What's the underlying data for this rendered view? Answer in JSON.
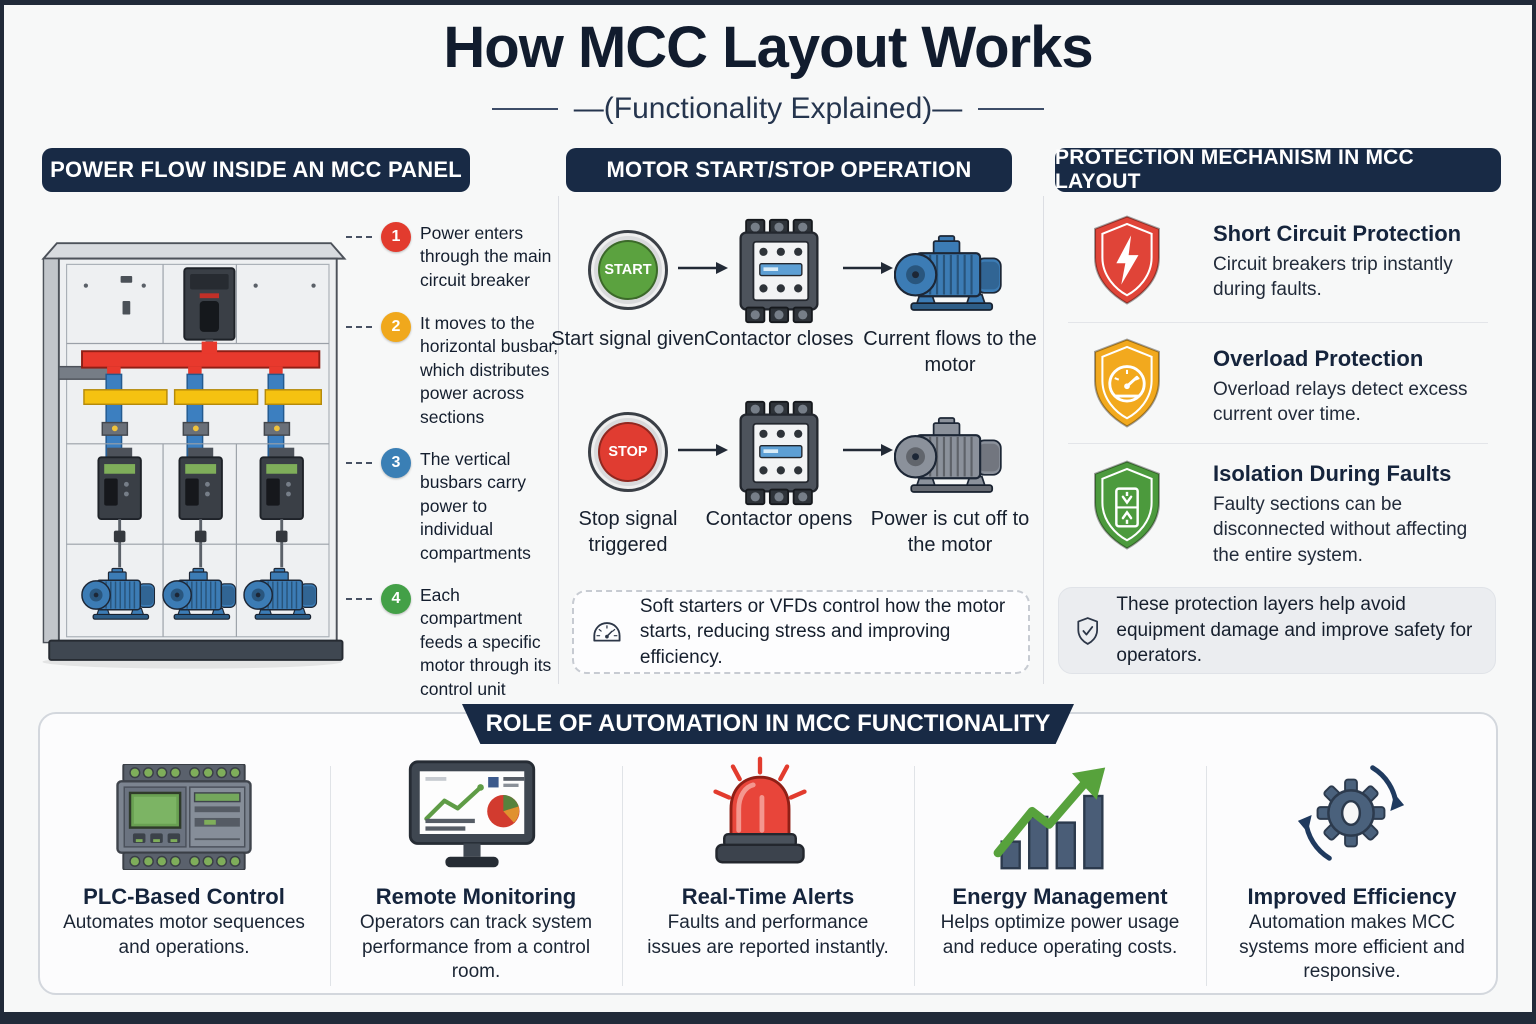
{
  "title": "How MCC Layout Works",
  "subtitle": "—(Functionality Explained)—",
  "colors": {
    "navy": "#182a45",
    "step_red": "#e23b2e",
    "step_yellow": "#f0a81c",
    "step_blue": "#3a7fb5",
    "step_green": "#43a047",
    "start_green": "#5ba23f",
    "stop_red": "#e03c31",
    "busbar_red": "#e8392d",
    "busbar_yellow": "#f5c211",
    "busbar_blue": "#3c7fc0",
    "shield_red": "#e04438",
    "shield_yellow": "#f2a91e",
    "shield_green": "#4c9a3d",
    "motor_blue": "#3c7cb5",
    "motor_gray": "#8b919b"
  },
  "sections": {
    "power_flow": {
      "header": "POWER FLOW INSIDE AN MCC PANEL",
      "steps": [
        {
          "num": "1",
          "text": "Power enters through the main circuit breaker"
        },
        {
          "num": "2",
          "text": "It moves to the horizontal busbar, which distributes power across sections"
        },
        {
          "num": "3",
          "text": "The vertical busbars carry power to individual compartments"
        },
        {
          "num": "4",
          "text": "Each compartment feeds a specific motor through its control unit"
        }
      ]
    },
    "motor_operation": {
      "header": "MOTOR START/STOP OPERATION",
      "start_button": "START",
      "stop_button": "STOP",
      "row1_labels": [
        "Start signal given",
        "Contactor closes",
        "Current flows to the motor"
      ],
      "row2_labels": [
        "Stop signal triggered",
        "Contactor opens",
        "Power is cut off to the motor"
      ],
      "note": "Soft starters or VFDs control how the motor starts, reducing stress and improving efficiency."
    },
    "protection": {
      "header": "PROTECTION MECHANISM IN MCC LAYOUT",
      "items": [
        {
          "icon": "shield-bolt",
          "title": "Short Circuit Protection",
          "desc": "Circuit breakers trip instantly during faults."
        },
        {
          "icon": "shield-gauge",
          "title": "Overload Protection",
          "desc": "Overload relays detect excess current over time."
        },
        {
          "icon": "shield-isolator",
          "title": "Isolation During Faults",
          "desc": "Faulty sections can be disconnected without affecting the entire system."
        }
      ],
      "note": "These protection layers help avoid equipment damage and improve safety for operators."
    },
    "automation": {
      "header": "ROLE OF AUTOMATION IN MCC FUNCTIONALITY",
      "items": [
        {
          "icon": "plc-icon",
          "title": "PLC-Based Control",
          "desc": "Automates motor sequences and operations."
        },
        {
          "icon": "monitor-icon",
          "title": "Remote Monitoring",
          "desc": "Operators can track system performance from a control room."
        },
        {
          "icon": "siren-icon",
          "title": "Real-Time Alerts",
          "desc": "Faults and performance issues are reported instantly."
        },
        {
          "icon": "energy-chart-icon",
          "title": "Energy Management",
          "desc": "Helps optimize power usage and reduce operating costs."
        },
        {
          "icon": "gear-cycle-icon",
          "title": "Improved Efficiency",
          "desc": "Automation makes MCC systems more efficient and responsive."
        }
      ]
    }
  }
}
